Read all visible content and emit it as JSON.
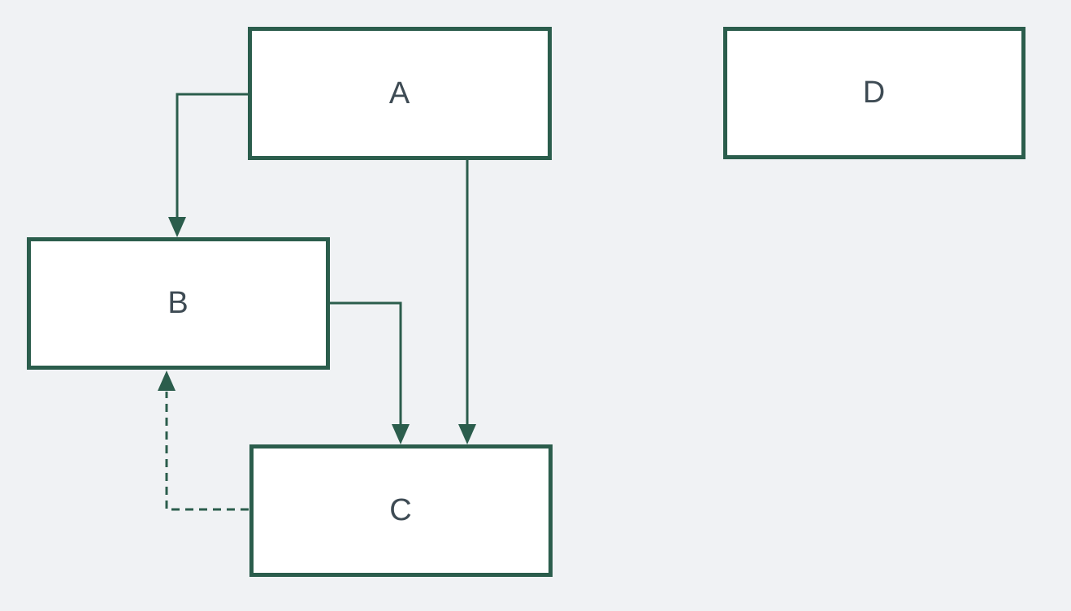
{
  "diagram": {
    "background_color": "#f0f2f4",
    "node_fill_color": "#ffffff",
    "node_border_color": "#2b5d4c",
    "edge_color": "#2b5d4c",
    "label_color": "#3e4b54",
    "nodes": [
      {
        "id": "A",
        "label": "A"
      },
      {
        "id": "B",
        "label": "B"
      },
      {
        "id": "C",
        "label": "C"
      },
      {
        "id": "D",
        "label": "D"
      }
    ],
    "edges": [
      {
        "from": "A",
        "to": "B",
        "style": "solid",
        "arrow": "filled-triangle"
      },
      {
        "from": "A",
        "to": "C",
        "style": "solid",
        "arrow": "filled-triangle"
      },
      {
        "from": "B",
        "to": "C",
        "style": "solid",
        "arrow": "filled-triangle"
      },
      {
        "from": "C",
        "to": "B",
        "style": "dashed",
        "arrow": "filled-triangle"
      }
    ]
  }
}
